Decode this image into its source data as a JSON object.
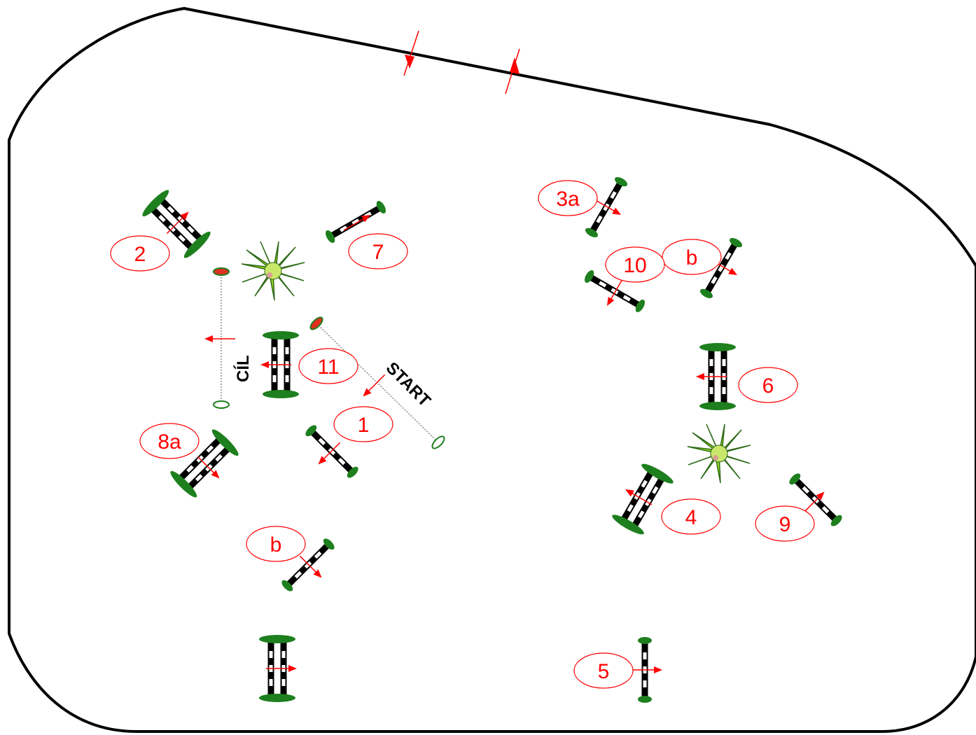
{
  "course": {
    "labels": {
      "l1": "1",
      "l2": "2",
      "l3a": "3a",
      "l3b": "b",
      "l4": "4",
      "l5": "5",
      "l6": "6",
      "l7": "7",
      "l8a": "8a",
      "l8b": "b",
      "l9": "9",
      "l10": "10",
      "l11": "11"
    },
    "start_text": "START",
    "finish_text": "CÍL"
  },
  "colors": {
    "label": "#ff0000",
    "arrow": "#ff0000",
    "hedge": "#1e7f1e",
    "pole": "#000000",
    "outline": "#000000"
  }
}
